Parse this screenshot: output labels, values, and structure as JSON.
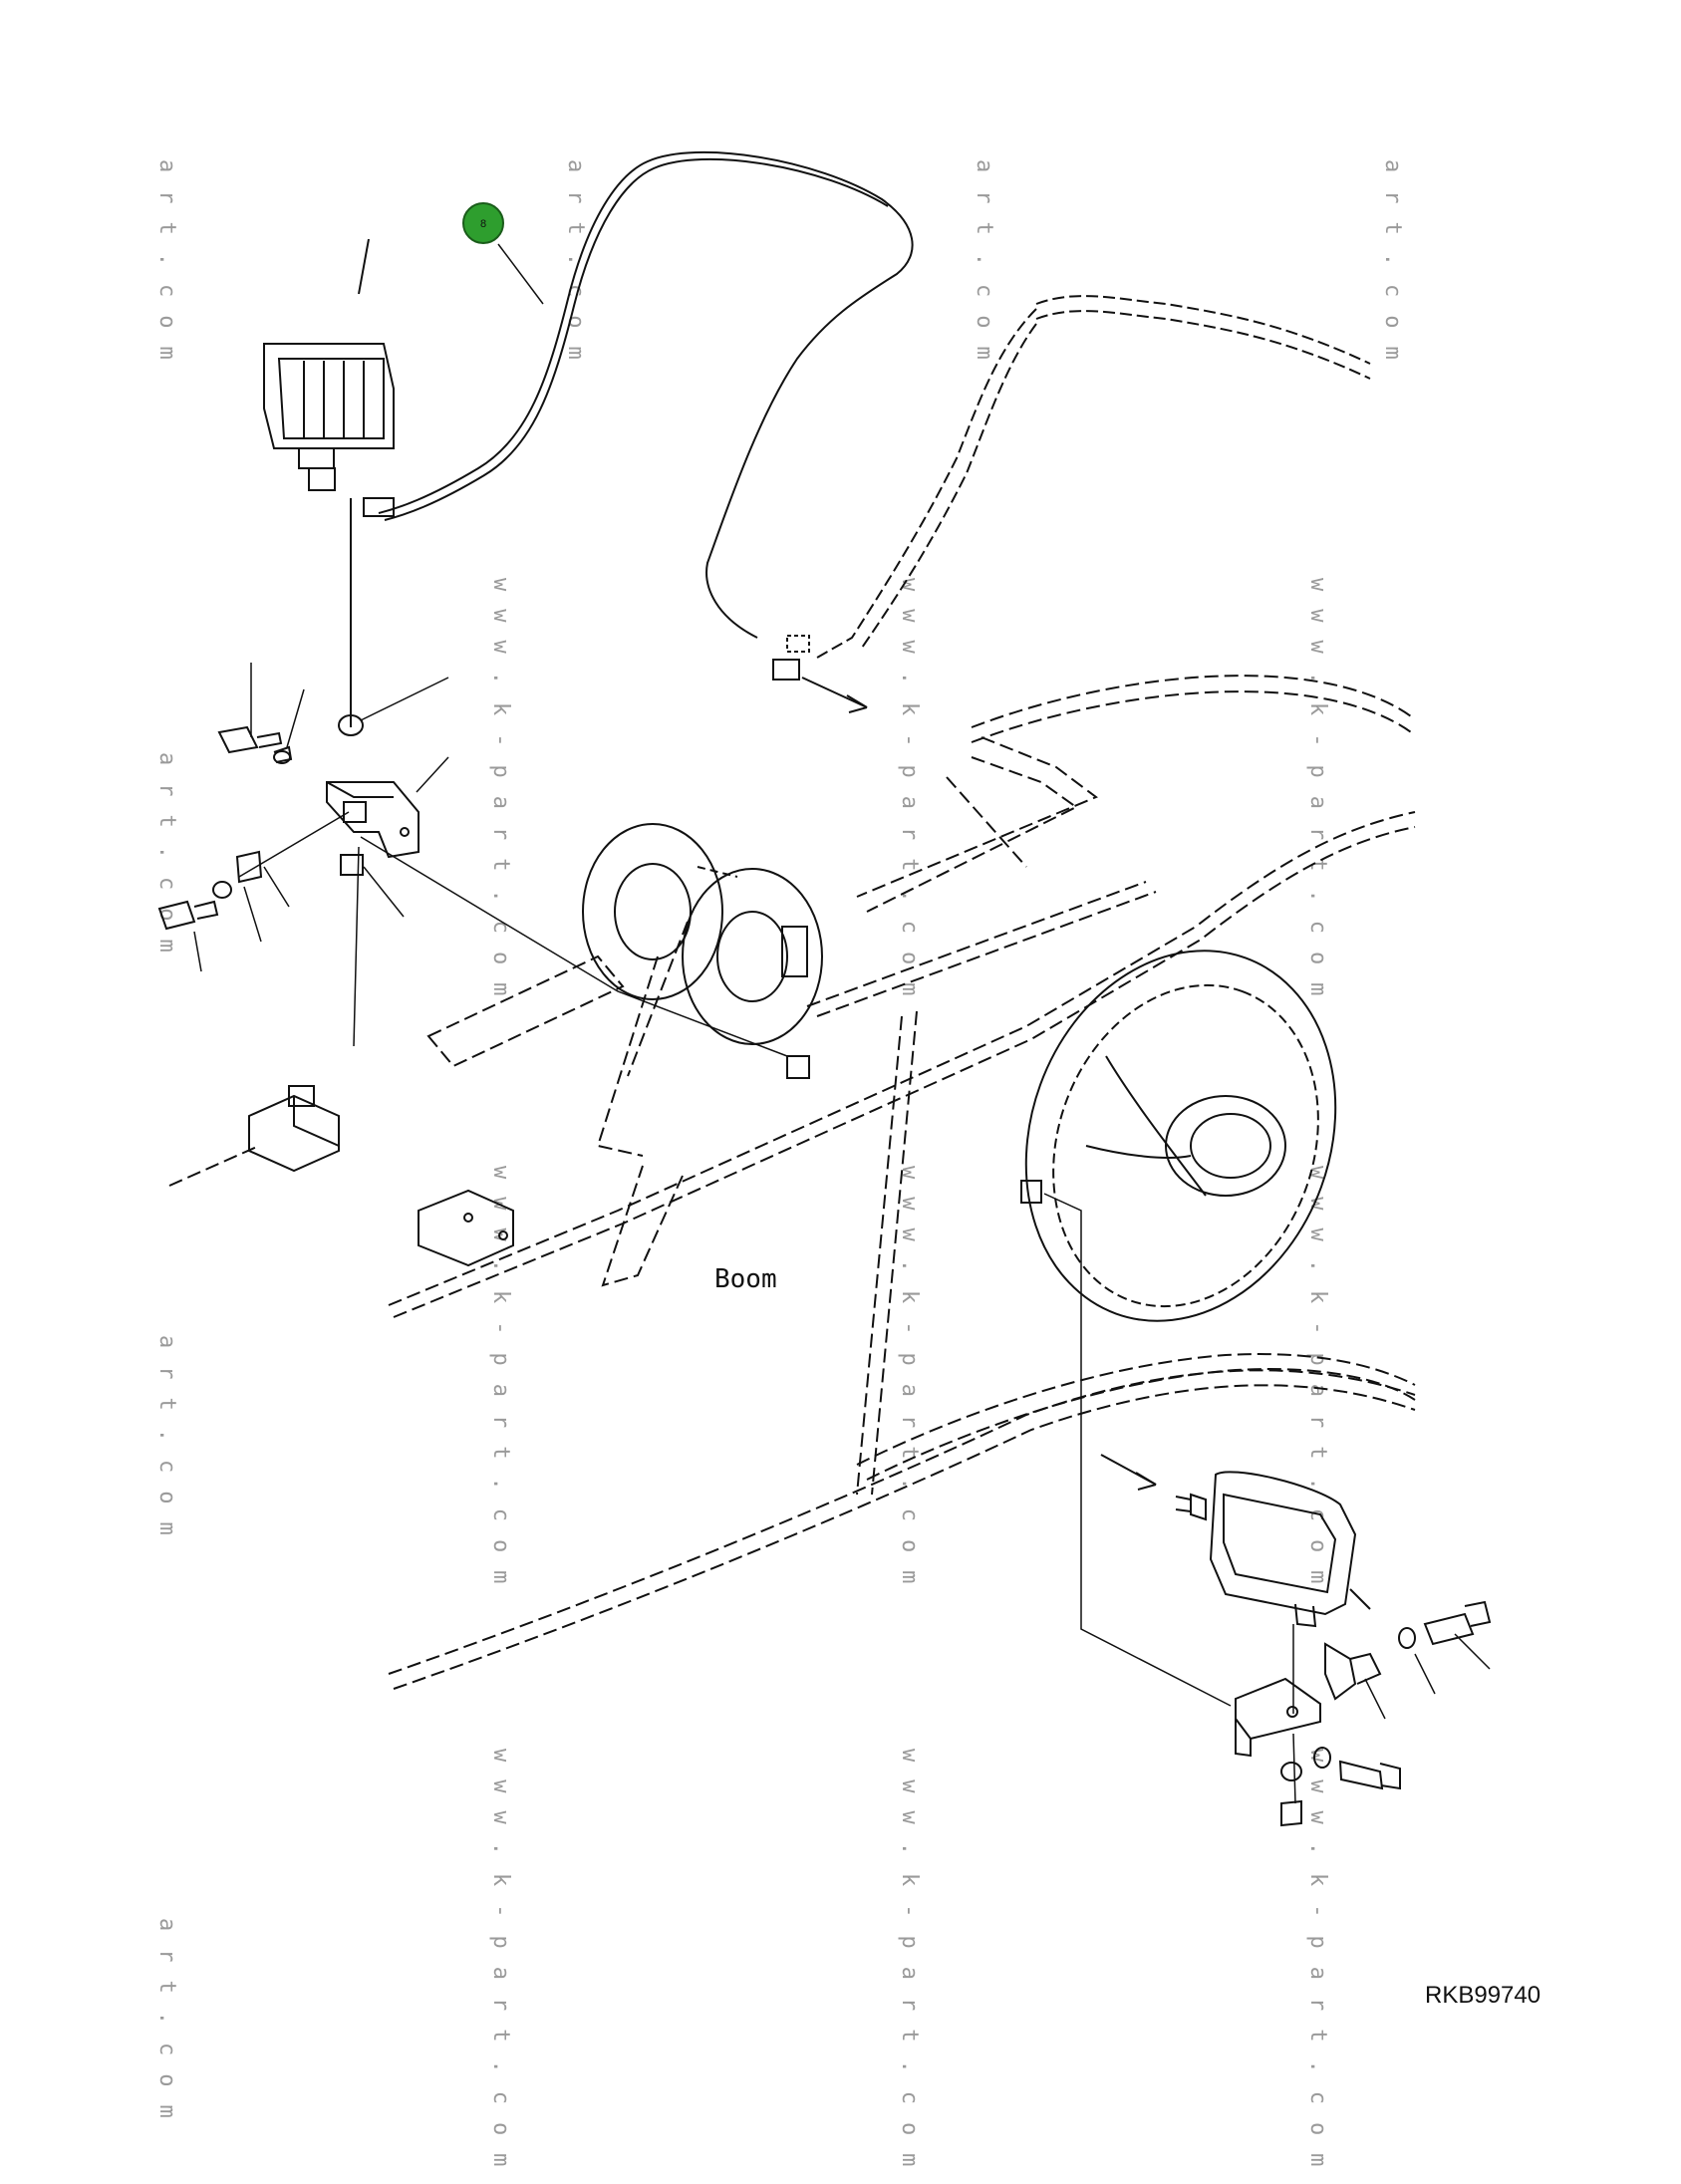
{
  "diagram": {
    "boom_label": "Boom",
    "drawing_code": "RKB99740",
    "callout_badge": "8"
  },
  "watermarks": {
    "domain_fragment": "art.com",
    "site_fragment": "www.k-part.com"
  },
  "colors": {
    "line": "#111111",
    "badge_fill": "#2e9e2e",
    "badge_stroke": "#1a5c1a",
    "watermark": "#9a9a9a"
  }
}
